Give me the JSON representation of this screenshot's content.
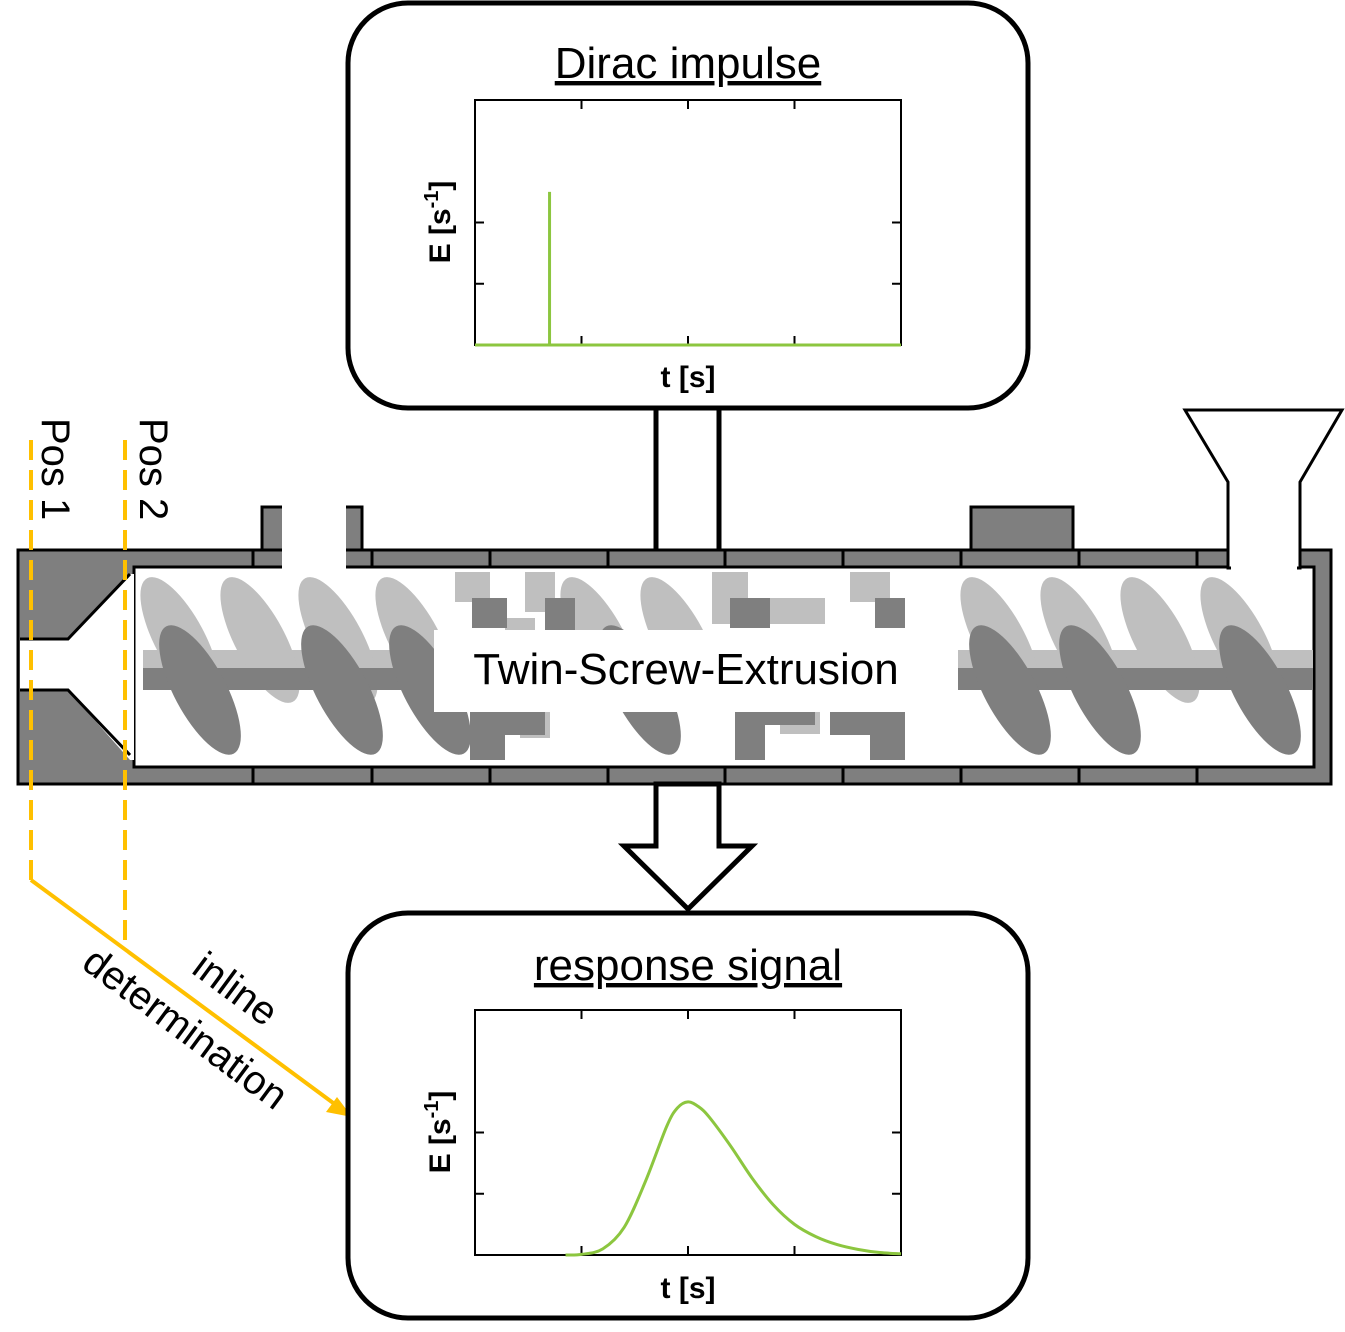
{
  "top_panel": {
    "title": "Dirac impulse",
    "ylabel": "E [s",
    "ylabel_sup": "-1",
    "ylabel_close": "]",
    "xlabel": "t [s]"
  },
  "bottom_panel": {
    "title": "response signal",
    "ylabel": "E [s",
    "ylabel_sup": "-1",
    "ylabel_close": "]",
    "xlabel": "t [s]"
  },
  "extruder": {
    "label": "Twin-Screw-Extrusion",
    "pos1": "Pos 1",
    "pos2": "Pos 2"
  },
  "annotation": {
    "line1": "inline",
    "line2": "determination"
  },
  "colors": {
    "curve": "#8cc63f",
    "marker": "#ffc000",
    "dark_gray": "#7f7f7f",
    "light_gray": "#bfbfbf"
  },
  "chart_data": [
    {
      "type": "line",
      "title": "Dirac impulse",
      "xlabel": "t [s]",
      "ylabel": "E [s-1]",
      "xlim": [
        0,
        4
      ],
      "ylim": [
        0,
        4
      ],
      "x": [
        0,
        0.7,
        0.7,
        0.7,
        4
      ],
      "y": [
        0,
        0,
        2.5,
        0,
        0
      ]
    },
    {
      "type": "line",
      "title": "response signal",
      "xlabel": "t [s]",
      "ylabel": "E [s-1]",
      "xlim": [
        0,
        4
      ],
      "ylim": [
        0,
        4
      ],
      "x": [
        0.85,
        1.0,
        1.2,
        1.4,
        1.6,
        1.8,
        1.9,
        2.0,
        2.1,
        2.2,
        2.4,
        2.6,
        2.8,
        3.0,
        3.2,
        3.4,
        3.6,
        3.8,
        4.0
      ],
      "y": [
        0,
        0.01,
        0.1,
        0.45,
        1.2,
        2.1,
        2.4,
        2.5,
        2.42,
        2.25,
        1.78,
        1.26,
        0.82,
        0.5,
        0.3,
        0.17,
        0.09,
        0.04,
        0.02
      ]
    }
  ]
}
